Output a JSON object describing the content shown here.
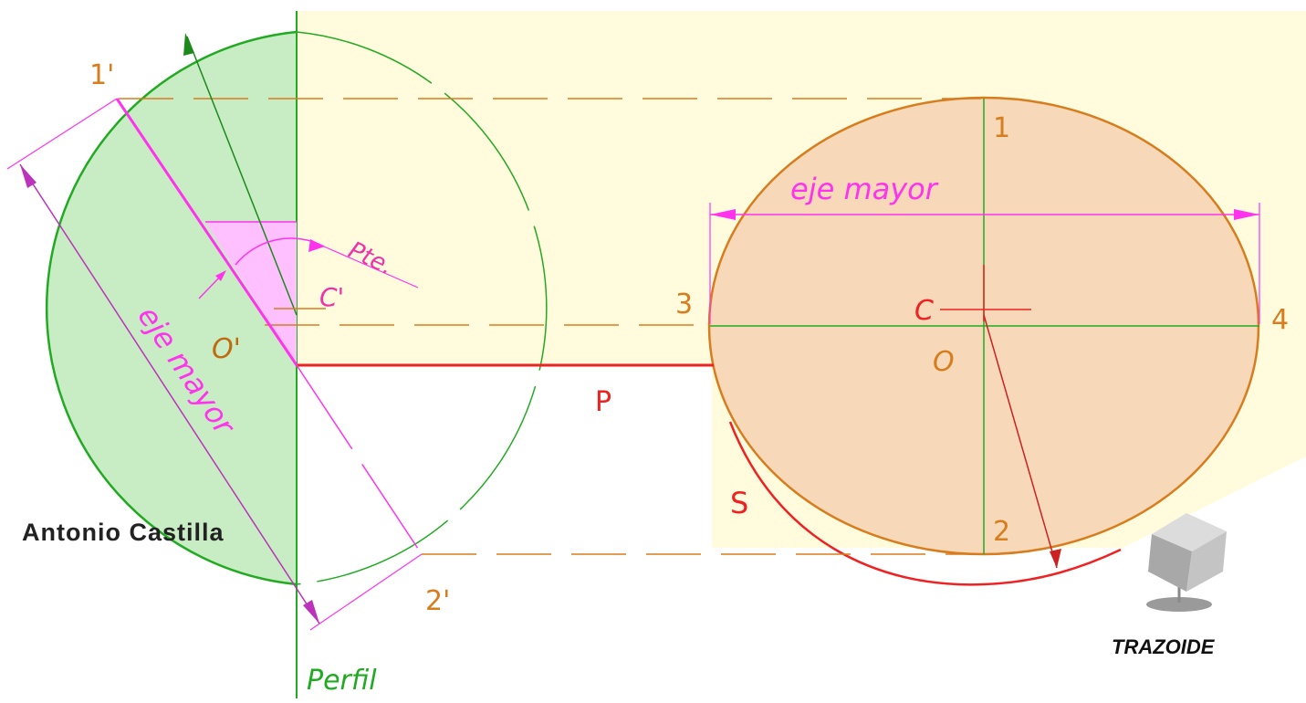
{
  "labels": {
    "p1_prime": "1'",
    "p2_prime": "2'",
    "o_prime": "O'",
    "c_prime": "C'",
    "pte": "Pte.",
    "eje_mayor_left": "eje mayor",
    "eje_mayor_right": "eje mayor",
    "p1": "1",
    "p2": "2",
    "p3": "3",
    "p4": "4",
    "c": "C",
    "o": "O",
    "p": "P",
    "s": "S",
    "perfil": "Perfil"
  },
  "author": "Antonio Castilla",
  "logo": {
    "text": "TRAZOIDE",
    "icon": "cube-logo-icon"
  },
  "colors": {
    "background_plane": "#fffbdc",
    "green": "#22aa22",
    "green_fill": "#c8ecc4",
    "magenta": "#ff33ee",
    "magenta_fill": "#ffc0ff",
    "orange": "#d77d1e",
    "ellipse_fill": "#f7d8b8",
    "red": "#ee2222",
    "dark_red": "#aa2222"
  }
}
